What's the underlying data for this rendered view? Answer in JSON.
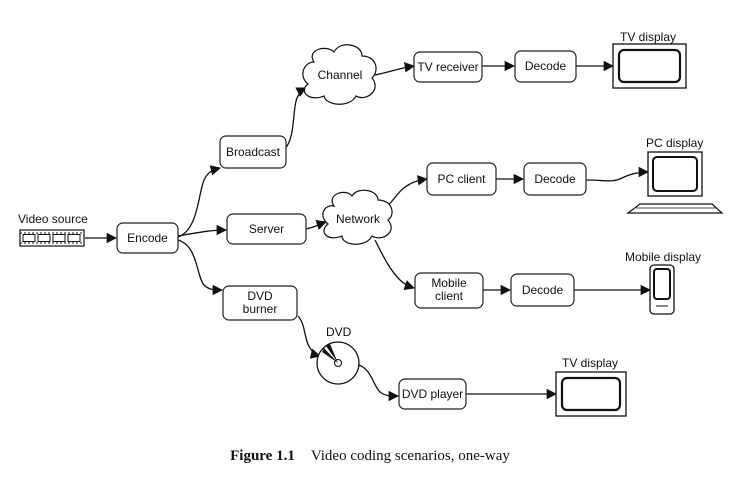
{
  "labels": {
    "video_source": "Video source",
    "encode": "Encode",
    "broadcast": "Broadcast",
    "server": "Server",
    "dvd_burner_line1": "DVD",
    "dvd_burner_line2": "burner",
    "channel": "Channel",
    "network": "Network",
    "dvd": "DVD",
    "tv_receiver": "TV receiver",
    "decode_tv": "Decode",
    "tv_display_top": "TV display",
    "pc_client": "PC client",
    "decode_pc": "Decode",
    "pc_display": "PC display",
    "mobile_client_line1": "Mobile",
    "mobile_client_line2": "client",
    "decode_mobile": "Decode",
    "mobile_display": "Mobile display",
    "dvd_player": "DVD player",
    "tv_display_bottom": "TV display"
  },
  "caption": {
    "figure": "Figure 1.1",
    "text": "Video coding scenarios, one-way"
  }
}
